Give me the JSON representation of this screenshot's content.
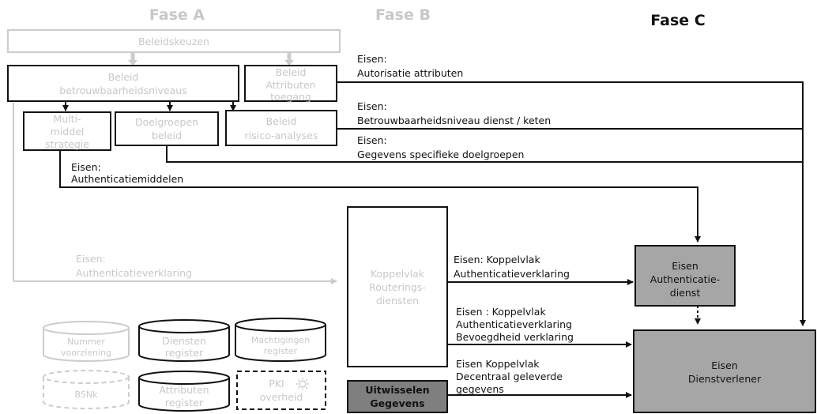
{
  "colors": {
    "ink": "#111111",
    "faint": "#cccccc",
    "faint_text": "#c8c8c8",
    "shaded_box": "#a6a6a6",
    "dark_box": "#7f7f7f"
  },
  "phases": {
    "a": "Fase A",
    "b": "Fase B",
    "c": "Fase C"
  },
  "boxes": {
    "beleidskeuzen": "Beleidskeuzen",
    "beleid_betrouwbaarheid": [
      "Beleid",
      "betrouwbaarheidsniveaus"
    ],
    "beleid_attributen": [
      "Beleid",
      "Attributen",
      "toegang"
    ],
    "multimiddel": [
      "Multi-",
      "middel",
      "strategie"
    ],
    "doelgroepen": [
      "Doelgroepen",
      "beleid"
    ],
    "risico": [
      "Beleid",
      "risico-analyses"
    ],
    "koppelvlak": [
      "Koppelvlak",
      "Routerings-",
      "diensten"
    ],
    "eisen_auth_dienst": [
      "Eisen",
      "Authenticatie-",
      "dienst"
    ],
    "eisen_dienstverlener": [
      "Eisen",
      "Dienstverlener"
    ],
    "uitwisselen": [
      "Uitwisselen",
      "Gegevens"
    ]
  },
  "registers": {
    "nummer": [
      "Nummer",
      "voorziening"
    ],
    "diensten": [
      "Diensten",
      "register"
    ],
    "machtigingen": [
      "Machtigingen",
      "register"
    ],
    "bsnk": "BSNk",
    "attributen": [
      "Attributen",
      "register"
    ],
    "pki": [
      "PKI",
      "overheid"
    ]
  },
  "requirements": {
    "autorisatie": [
      "Eisen:",
      "Autorisatie attributen"
    ],
    "betrouwbaarheid": [
      "Eisen:",
      "Betrouwbaarheidsniveau dienst / keten"
    ],
    "doelgroepen": [
      "Eisen:",
      "Gegevens specifieke doelgroepen"
    ],
    "authenticatiemiddelen": [
      "Eisen:",
      "Authenticatiemiddelen"
    ],
    "authenticatieverklaring": [
      "Eisen:",
      "Authenticatieverklaring"
    ],
    "koppelvlak_verklaring": [
      "Eisen: Koppelvlak",
      "Authenticatieverklaring"
    ],
    "koppelvlak_bevoegdheid": [
      "Eisen : Koppelvlak",
      "Authenticatieverklaring",
      "Bevoegdheid verklaring"
    ],
    "koppelvlak_decentraal": [
      "Eisen Koppelvlak",
      "Decentraal geleverde",
      "gegevens"
    ]
  }
}
